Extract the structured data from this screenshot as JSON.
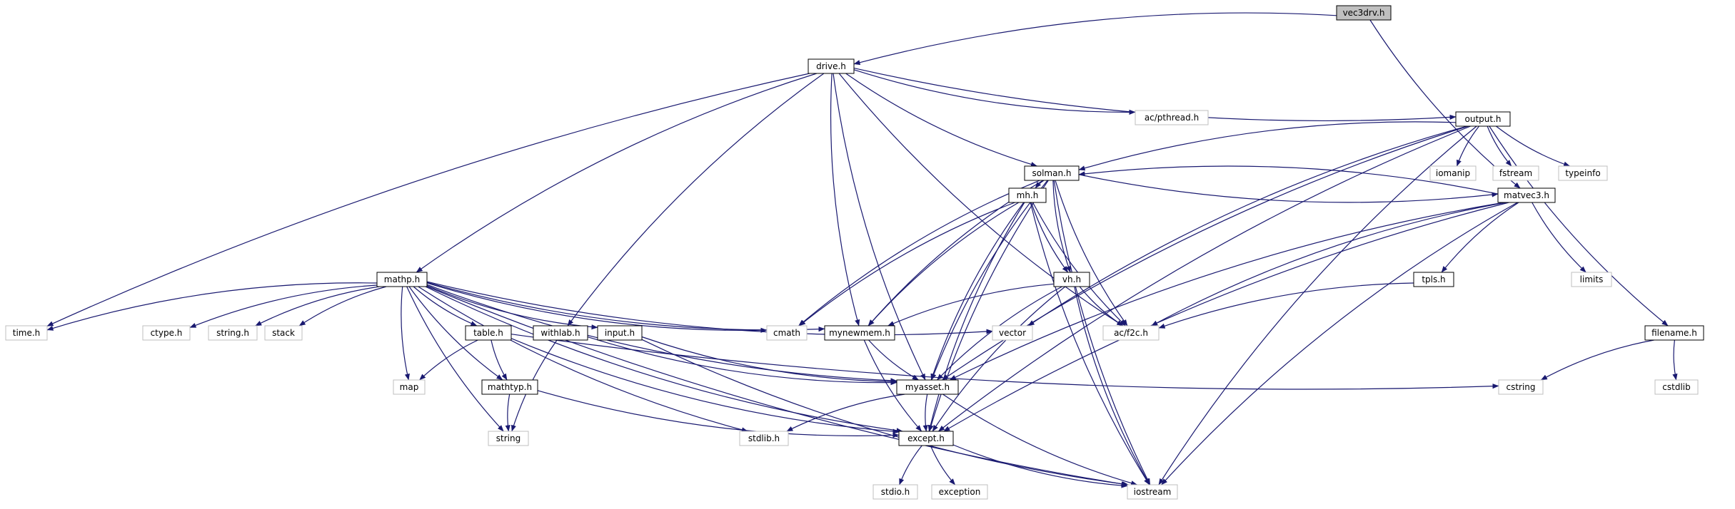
{
  "diagram": {
    "nodes": [
      {
        "id": "vec3drv.h",
        "label": "vec3drv.h",
        "kind": "root"
      },
      {
        "id": "drive.h",
        "label": "drive.h",
        "kind": "file"
      },
      {
        "id": "ac/pthread.h",
        "label": "ac/pthread.h",
        "kind": "external"
      },
      {
        "id": "output.h",
        "label": "output.h",
        "kind": "file"
      },
      {
        "id": "solman.h",
        "label": "solman.h",
        "kind": "file"
      },
      {
        "id": "iomanip",
        "label": "iomanip",
        "kind": "external"
      },
      {
        "id": "fstream",
        "label": "fstream",
        "kind": "external"
      },
      {
        "id": "typeinfo",
        "label": "typeinfo",
        "kind": "external"
      },
      {
        "id": "mh.h",
        "label": "mh.h",
        "kind": "file"
      },
      {
        "id": "matvec3.h",
        "label": "matvec3.h",
        "kind": "file"
      },
      {
        "id": "mathp.h",
        "label": "mathp.h",
        "kind": "file"
      },
      {
        "id": "vh.h",
        "label": "vh.h",
        "kind": "file"
      },
      {
        "id": "tpls.h",
        "label": "tpls.h",
        "kind": "file"
      },
      {
        "id": "limits",
        "label": "limits",
        "kind": "external"
      },
      {
        "id": "time.h",
        "label": "time.h",
        "kind": "external"
      },
      {
        "id": "ctype.h",
        "label": "ctype.h",
        "kind": "external"
      },
      {
        "id": "string.h",
        "label": "string.h",
        "kind": "external"
      },
      {
        "id": "stack",
        "label": "stack",
        "kind": "external"
      },
      {
        "id": "table.h",
        "label": "table.h",
        "kind": "file"
      },
      {
        "id": "withlab.h",
        "label": "withlab.h",
        "kind": "file"
      },
      {
        "id": "input.h",
        "label": "input.h",
        "kind": "file"
      },
      {
        "id": "cmath",
        "label": "cmath",
        "kind": "external"
      },
      {
        "id": "mynewmem.h",
        "label": "mynewmem.h",
        "kind": "file"
      },
      {
        "id": "vector",
        "label": "vector",
        "kind": "external"
      },
      {
        "id": "ac/f2c.h",
        "label": "ac/f2c.h",
        "kind": "external"
      },
      {
        "id": "filename.h",
        "label": "filename.h",
        "kind": "file"
      },
      {
        "id": "map",
        "label": "map",
        "kind": "external"
      },
      {
        "id": "mathtyp.h",
        "label": "mathtyp.h",
        "kind": "file"
      },
      {
        "id": "myasset.h",
        "label": "myasset.h",
        "kind": "file"
      },
      {
        "id": "cstring",
        "label": "cstring",
        "kind": "external"
      },
      {
        "id": "cstdlib",
        "label": "cstdlib",
        "kind": "external"
      },
      {
        "id": "string",
        "label": "string",
        "kind": "external"
      },
      {
        "id": "stdlib.h",
        "label": "stdlib.h",
        "kind": "external"
      },
      {
        "id": "except.h",
        "label": "except.h",
        "kind": "file"
      },
      {
        "id": "stdio.h",
        "label": "stdio.h",
        "kind": "external"
      },
      {
        "id": "exception",
        "label": "exception",
        "kind": "external"
      },
      {
        "id": "iostream",
        "label": "iostream",
        "kind": "external"
      }
    ],
    "edges": [
      [
        "vec3drv.h",
        "drive.h"
      ],
      [
        "vec3drv.h",
        "matvec3.h"
      ],
      [
        "drive.h",
        "ac/pthread.h"
      ],
      [
        "drive.h",
        "output.h"
      ],
      [
        "drive.h",
        "solman.h"
      ],
      [
        "drive.h",
        "mathp.h"
      ],
      [
        "drive.h",
        "time.h"
      ],
      [
        "drive.h",
        "withlab.h"
      ],
      [
        "drive.h",
        "mynewmem.h"
      ],
      [
        "drive.h",
        "myasset.h"
      ],
      [
        "drive.h",
        "ac/f2c.h"
      ],
      [
        "output.h",
        "solman.h"
      ],
      [
        "output.h",
        "iomanip"
      ],
      [
        "output.h",
        "fstream"
      ],
      [
        "output.h",
        "typeinfo"
      ],
      [
        "output.h",
        "filename.h"
      ],
      [
        "output.h",
        "vector"
      ],
      [
        "output.h",
        "myasset.h"
      ],
      [
        "output.h",
        "except.h"
      ],
      [
        "output.h",
        "iostream"
      ],
      [
        "solman.h",
        "matvec3.h"
      ],
      [
        "solman.h",
        "mh.h"
      ],
      [
        "solman.h",
        "vh.h"
      ],
      [
        "solman.h",
        "cmath"
      ],
      [
        "solman.h",
        "mynewmem.h"
      ],
      [
        "solman.h",
        "myasset.h"
      ],
      [
        "solman.h",
        "ac/f2c.h"
      ],
      [
        "solman.h",
        "except.h"
      ],
      [
        "solman.h",
        "iostream"
      ],
      [
        "matvec3.h",
        "solman.h"
      ],
      [
        "matvec3.h",
        "tpls.h"
      ],
      [
        "matvec3.h",
        "limits"
      ],
      [
        "matvec3.h",
        "ac/f2c.h"
      ],
      [
        "matvec3.h",
        "myasset.h"
      ],
      [
        "matvec3.h",
        "except.h"
      ],
      [
        "matvec3.h",
        "iostream"
      ],
      [
        "mh.h",
        "vh.h"
      ],
      [
        "mh.h",
        "cmath"
      ],
      [
        "mh.h",
        "mynewmem.h"
      ],
      [
        "mh.h",
        "myasset.h"
      ],
      [
        "mh.h",
        "ac/f2c.h"
      ],
      [
        "mh.h",
        "except.h"
      ],
      [
        "mh.h",
        "iostream"
      ],
      [
        "vh.h",
        "mynewmem.h"
      ],
      [
        "vh.h",
        "ac/f2c.h"
      ],
      [
        "vh.h",
        "myasset.h"
      ],
      [
        "vh.h",
        "except.h"
      ],
      [
        "vh.h",
        "iostream"
      ],
      [
        "tpls.h",
        "ac/f2c.h"
      ],
      [
        "mathp.h",
        "time.h"
      ],
      [
        "mathp.h",
        "ctype.h"
      ],
      [
        "mathp.h",
        "string.h"
      ],
      [
        "mathp.h",
        "stack"
      ],
      [
        "mathp.h",
        "table.h"
      ],
      [
        "mathp.h",
        "input.h"
      ],
      [
        "mathp.h",
        "cmath"
      ],
      [
        "mathp.h",
        "mynewmem.h"
      ],
      [
        "mathp.h",
        "vector"
      ],
      [
        "mathp.h",
        "map"
      ],
      [
        "mathp.h",
        "mathtyp.h"
      ],
      [
        "mathp.h",
        "myasset.h"
      ],
      [
        "mathp.h",
        "string"
      ],
      [
        "mathp.h",
        "stdlib.h"
      ],
      [
        "mathp.h",
        "except.h"
      ],
      [
        "mathp.h",
        "iostream"
      ],
      [
        "table.h",
        "map"
      ],
      [
        "table.h",
        "mathtyp.h"
      ],
      [
        "table.h",
        "except.h"
      ],
      [
        "table.h",
        "cstring"
      ],
      [
        "withlab.h",
        "string"
      ],
      [
        "withlab.h",
        "myasset.h"
      ],
      [
        "input.h",
        "myasset.h"
      ],
      [
        "input.h",
        "iostream"
      ],
      [
        "mynewmem.h",
        "myasset.h"
      ],
      [
        "mynewmem.h",
        "except.h"
      ],
      [
        "mathtyp.h",
        "string"
      ],
      [
        "mathtyp.h",
        "except.h"
      ],
      [
        "filename.h",
        "cstring"
      ],
      [
        "filename.h",
        "cstdlib"
      ],
      [
        "myasset.h",
        "stdlib.h"
      ],
      [
        "myasset.h",
        "except.h"
      ],
      [
        "myasset.h",
        "iostream"
      ],
      [
        "except.h",
        "stdio.h"
      ],
      [
        "except.h",
        "exception"
      ],
      [
        "except.h",
        "iostream"
      ]
    ],
    "colors": {
      "edge": "#191970",
      "node_border": "#000000",
      "external_border": "#bfbfbf",
      "root_fill": "#bfbfbf",
      "node_fill": "#ffffff",
      "text": "#000000"
    }
  }
}
